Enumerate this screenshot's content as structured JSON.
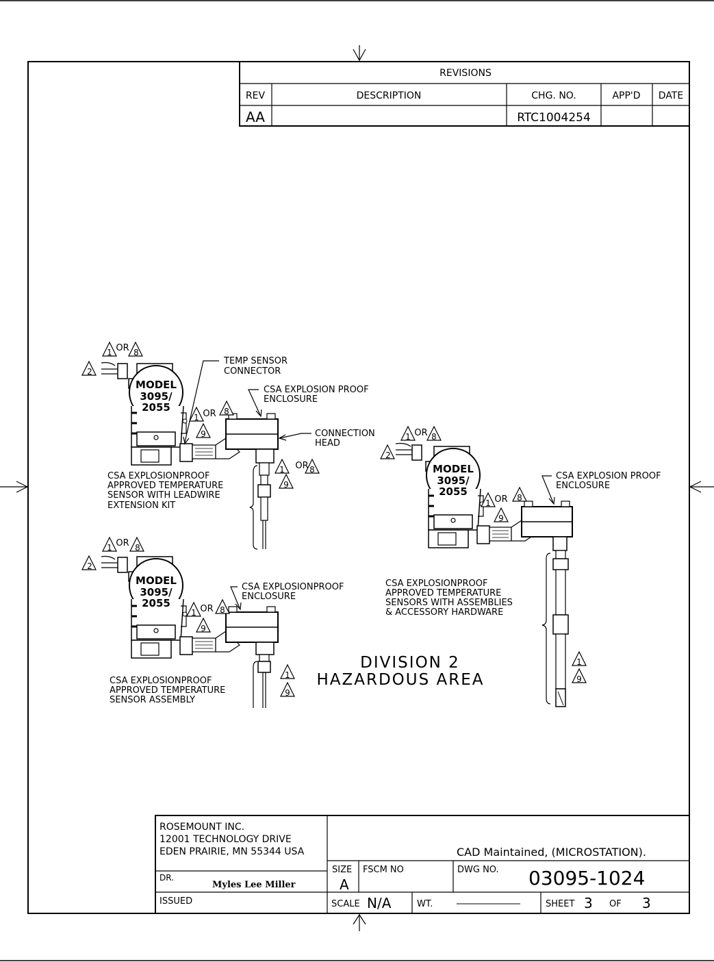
{
  "revisions": {
    "title": "REVISIONS",
    "headers": [
      "REV",
      "DESCRIPTION",
      "CHG. NO.",
      "APP'D",
      "DATE"
    ],
    "rows": [
      [
        "AA",
        "",
        "RTC1004254",
        "",
        ""
      ]
    ]
  },
  "symbols": {
    "one": "1",
    "two": "2",
    "eight": "8",
    "nine": "9",
    "or": "OR"
  },
  "callouts": {
    "temp_sensor_connector": [
      "TEMP SENSOR",
      "CONNECTOR"
    ],
    "csa_explosion_proof_enclosure": [
      "CSA EXPLOSION PROOF",
      "ENCLOSURE"
    ],
    "connection_head": [
      "CONNECTION",
      "HEAD"
    ],
    "leadwire_kit": [
      "CSA EXPLOSIONPROOF",
      "APPROVED TEMPERATURE",
      "SENSOR WITH LEADWIRE",
      "EXTENSION KIT"
    ],
    "csa_explosionproof_enclosure": [
      "CSA EXPLOSIONPROOF",
      "ENCLOSURE"
    ],
    "sensor_assembly": [
      "CSA EXPLOSIONPROOF",
      "APPROVED TEMPERATURE",
      "SENSOR ASSEMBLY"
    ],
    "sensors_with_assemblies": [
      "CSA EXPLOSIONPROOF",
      "APPROVED TEMPERATURE",
      "SENSORS WITH ASSEMBLIES",
      "& ACCESSORY HARDWARE"
    ],
    "division": [
      "DIVISION 2",
      "HAZARDOUS AREA"
    ]
  },
  "transmitter": {
    "model": "MODEL",
    "numbers": [
      "3095/",
      "2055"
    ]
  },
  "title_block": {
    "company": [
      "ROSEMOUNT INC.",
      "12001 TECHNOLOGY DRIVE",
      "EDEN PRAIRIE, MN 55344 USA"
    ],
    "cad_note": "CAD Maintained, (MICROSTATION).",
    "dr_label": "DR.",
    "drawn_by": "Myles Lee Miller",
    "issued_label": "ISSUED",
    "size_label": "SIZE",
    "size_value": "A",
    "fscm_label": "FSCM NO",
    "dwg_no_label": "DWG NO.",
    "dwg_no": "03095-1024",
    "scale_label": "SCALE",
    "scale_value": "N/A",
    "wt_label": "WT.",
    "sheet_label": "SHEET",
    "sheet_value": "3",
    "of_label": "OF",
    "of_value": "3"
  }
}
